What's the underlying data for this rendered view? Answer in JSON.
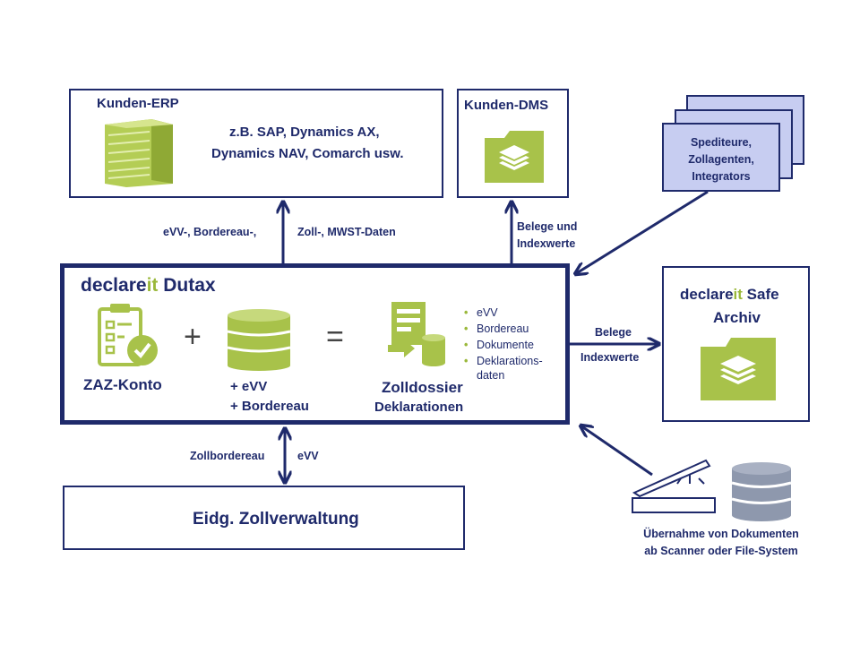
{
  "erp": {
    "title": "Kunden-ERP",
    "line1": "z.B. SAP, Dynamics AX,",
    "line2": "Dynamics NAV, Comarch usw."
  },
  "dms": {
    "title": "Kunden-DMS"
  },
  "partners": {
    "line1": "Spediteure,",
    "line2": "Zollagenten,",
    "line3": "Integrators"
  },
  "labels": {
    "erp_left": "eVV-, Bordereau-,",
    "erp_right": "Zoll-, MWST-Daten",
    "dms_1": "Belege und",
    "dms_2": "Indexwerte",
    "archive_top": "Belege",
    "archive_bottom": "Indexwerte",
    "customs_left": "Zollbordereau",
    "customs_right": "eVV"
  },
  "dutax": {
    "brand_a": "declare",
    "brand_b": "it",
    "brand_c": " Dutax",
    "zaz": "ZAZ-Konto",
    "plus": "+",
    "equals": "=",
    "evv_1": "+ eVV",
    "evv_2": "+ Bordereau",
    "dossier_1": "Zolldossier",
    "dossier_2": "Deklarationen",
    "bullets": [
      "eVV",
      "Bordereau",
      "Dokumente",
      "Deklarations-"
    ],
    "bullet_cont": "daten"
  },
  "archive": {
    "brand_a": "declare",
    "brand_b": "it",
    "brand_c": " Safe",
    "line2": "Archiv"
  },
  "customs": {
    "title": "Eidg. Zollverwaltung"
  },
  "scanner": {
    "line1": "Übernahme von Dokumenten",
    "line2": "ab Scanner oder File-System"
  },
  "colors": {
    "navy": "#1f2a6b",
    "green": "#9ab83a",
    "lightblue": "#c7cdf1"
  }
}
